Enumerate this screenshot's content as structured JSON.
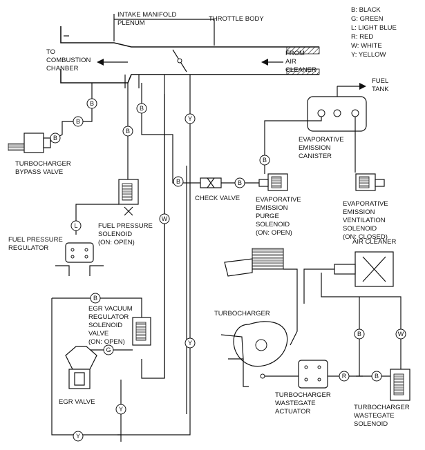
{
  "legend": {
    "b": "B: BLACK",
    "g": "G: GREEN",
    "l": "L: LIGHT BLUE",
    "r": "R: RED",
    "w": "W: WHITE",
    "y": "Y: YELLOW"
  },
  "labels": {
    "intake_plenum_1": "INTAKE MANIFOLD",
    "intake_plenum_2": "PLENUM",
    "throttle_body": "THROTTLE BODY",
    "to_combustion_1": "TO",
    "to_combustion_2": "COMBUSTION",
    "to_combustion_3": "CHANBER",
    "from_air_1": "FROM",
    "from_air_2": "AIR",
    "from_air_3": "CLEANER",
    "fuel_tank_1": "FUEL",
    "fuel_tank_2": "TANK",
    "turbo_bypass_1": "TURBOCHARGER",
    "turbo_bypass_2": "BYPASS VALVE",
    "evap_canister_1": "EVAPORATIVE",
    "evap_canister_2": "EMISSION",
    "evap_canister_3": "CANISTER",
    "check_valve": "CHECK VALVE",
    "purge_1": "EVAPORATIVE",
    "purge_2": "EMISSION",
    "purge_3": "PURGE",
    "purge_4": "SOLENOID",
    "purge_5": "(ON: OPEN)",
    "vent_1": "EVAPORATIVE",
    "vent_2": "EMISSION",
    "vent_3": "VENTILATION",
    "vent_4": "SOLENOID",
    "vent_5": "(ON: CLOSED)",
    "fuel_sol_1": "FUEL PRESSURE",
    "fuel_sol_2": "SOLENOID",
    "fuel_sol_3": "(ON: OPEN)",
    "fuel_reg_1": "FUEL PRESSURE",
    "fuel_reg_2": "REGULATOR",
    "air_cleaner": "AIR CLEANER",
    "turbocharger": "TURBOCHARGER",
    "egr_sol_1": "EGR VACUUM",
    "egr_sol_2": "REGULATOR",
    "egr_sol_3": "SOLENOID",
    "egr_sol_4": "VALVE",
    "egr_sol_5": "(ON: OPEN)",
    "egr_valve": "EGR VALVE",
    "wg_act_1": "TURBOCHARGER",
    "wg_act_2": "WASTEGATE",
    "wg_act_3": "ACTUATOR",
    "wg_sol_1": "TURBOCHARGER",
    "wg_sol_2": "WASTEGATE",
    "wg_sol_3": "SOLENOID"
  },
  "hose_tags": {
    "b1": "B",
    "b2": "B",
    "b3": "B",
    "b4": "B",
    "b5": "B",
    "b6": "B",
    "b7": "B",
    "b8": "B",
    "b9": "B",
    "b10": "B",
    "b11": "B",
    "l1": "L",
    "w1": "W",
    "w2": "W",
    "y1": "Y",
    "y2": "Y",
    "y3": "Y",
    "y4": "Y",
    "g1": "G",
    "r1": "R"
  }
}
